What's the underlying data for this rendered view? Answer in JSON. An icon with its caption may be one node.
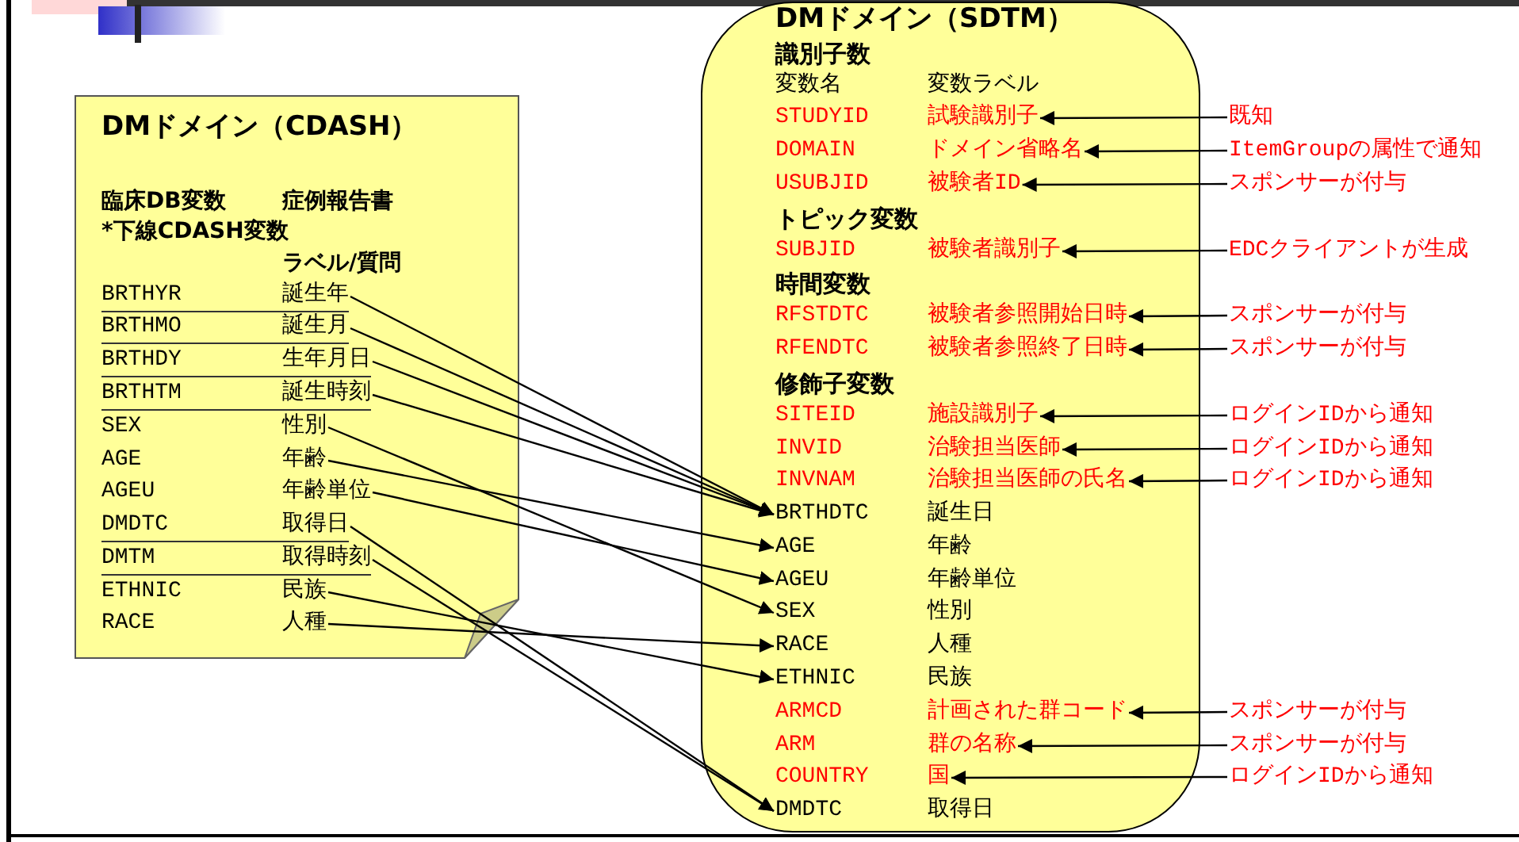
{
  "diagram": {
    "nodes": [
      {
        "text": [
          "DMドメイン（CDASH）",
          "臨床DB変数",
          "症例報告書",
          "*下線CDASH変数",
          "ラベル/質問"
        ]
      },
      {
        "text": [
          "BRTHYR",
          "誕生年"
        ],
        "in": 0
      },
      {
        "text": [
          "BRTHMO",
          "誕生月"
        ],
        "in": 0
      },
      {
        "text": [
          "BRTHDY",
          "生年月日"
        ],
        "in": 0
      },
      {
        "text": [
          "BRTHTM",
          "誕生時刻"
        ],
        "in": 0
      },
      {
        "text": [
          "SEX",
          "性別"
        ],
        "in": 0
      },
      {
        "text": [
          "AGE",
          "年齢"
        ],
        "in": 0
      },
      {
        "text": [
          "AGEU",
          "年齢単位"
        ],
        "in": 0
      },
      {
        "text": [
          "DMDTC",
          "取得日"
        ],
        "in": 0
      },
      {
        "text": [
          "DMTM",
          "取得時刻"
        ],
        "in": 0
      },
      {
        "text": [
          "ETHNIC",
          "民族"
        ],
        "in": 0
      },
      {
        "text": [
          "RACE",
          "人種"
        ],
        "in": 0
      },
      {
        "text": [
          "DMドメイン（SDTM）",
          "識別子数",
          "変数名",
          "変数ラベル",
          "トピック変数",
          "時間変数",
          "修飾子変数"
        ]
      },
      {
        "text": [
          "STUDYID",
          "試験識別子"
        ],
        "in": 12
      },
      {
        "text": [
          "DOMAIN",
          "ドメイン省略名"
        ],
        "in": 12
      },
      {
        "text": [
          "USUBJID",
          "被験者ID"
        ],
        "in": 12
      },
      {
        "text": [
          "SUBJID",
          "被験者識別子"
        ],
        "in": 12
      },
      {
        "text": [
          "RFSTDTC",
          "被験者参照開始日時"
        ],
        "in": 12
      },
      {
        "text": [
          "RFENDTC",
          "被験者参照終了日時"
        ],
        "in": 12
      },
      {
        "text": [
          "SITEID",
          "施設識別子"
        ],
        "in": 12
      },
      {
        "text": [
          "INVID",
          "治験担当医師"
        ],
        "in": 12
      },
      {
        "text": [
          "INVNAM",
          "治験担当医師の氏名"
        ],
        "in": 12
      },
      {
        "text": [
          "BRTHDTC",
          "誕生日"
        ],
        "in": 12
      },
      {
        "text": [
          "AGE",
          "年齢"
        ],
        "in": 12
      },
      {
        "text": [
          "AGEU",
          "年齢単位"
        ],
        "in": 12
      },
      {
        "text": [
          "SEX",
          "性別"
        ],
        "in": 12
      },
      {
        "text": [
          "RACE",
          "人種"
        ],
        "in": 12
      },
      {
        "text": [
          "ETHNIC",
          "民族"
        ],
        "in": 12
      },
      {
        "text": [
          "ARMCD",
          "計画された群コード"
        ],
        "in": 12
      },
      {
        "text": [
          "ARM",
          "群の名称"
        ],
        "in": 12
      },
      {
        "text": [
          "COUNTRY",
          "国"
        ],
        "in": 12
      },
      {
        "text": [
          "DMDTC",
          "取得日"
        ],
        "in": 12
      },
      {
        "text": [
          "既知"
        ]
      },
      {
        "text": [
          "ItemGroupの属性で通知"
        ]
      },
      {
        "text": [
          "スポンサーが付与"
        ]
      },
      {
        "text": [
          "EDCクライアントが生成"
        ]
      },
      {
        "text": [
          "スポンサーが付与"
        ]
      },
      {
        "text": [
          "スポンサーが付与"
        ]
      },
      {
        "text": [
          "ログインIDから通知"
        ]
      },
      {
        "text": [
          "ログインIDから通知"
        ]
      },
      {
        "text": [
          "ログインIDから通知"
        ]
      },
      {
        "text": [
          "スポンサーが付与"
        ]
      },
      {
        "text": [
          "スポンサーが付与"
        ]
      },
      {
        "text": [
          "ログインIDから通知"
        ]
      }
    ],
    "edges": [
      {
        "from": 1,
        "to": 22,
        "arrow": "to"
      },
      {
        "from": 2,
        "to": 22,
        "arrow": "to"
      },
      {
        "from": 3,
        "to": 22,
        "arrow": "to"
      },
      {
        "from": 4,
        "to": 22,
        "arrow": "to"
      },
      {
        "from": 5,
        "to": 25,
        "arrow": "to"
      },
      {
        "from": 6,
        "to": 23,
        "arrow": "to"
      },
      {
        "from": 7,
        "to": 24,
        "arrow": "to"
      },
      {
        "from": 8,
        "to": 31,
        "arrow": "to"
      },
      {
        "from": 9,
        "to": 31,
        "arrow": "to"
      },
      {
        "from": 10,
        "to": 27,
        "arrow": "to"
      },
      {
        "from": 11,
        "to": 26,
        "arrow": "to"
      },
      {
        "from": 32,
        "to": 13,
        "arrow": "to"
      },
      {
        "from": 33,
        "to": 14,
        "arrow": "to"
      },
      {
        "from": 34,
        "to": 15,
        "arrow": "to"
      },
      {
        "from": 35,
        "to": 16,
        "arrow": "to"
      },
      {
        "from": 36,
        "to": 17,
        "arrow": "to"
      },
      {
        "from": 37,
        "to": 18,
        "arrow": "to"
      },
      {
        "from": 38,
        "to": 19,
        "arrow": "to"
      },
      {
        "from": 39,
        "to": 20,
        "arrow": "to"
      },
      {
        "from": 40,
        "to": 21,
        "arrow": "to"
      },
      {
        "from": 41,
        "to": 28,
        "arrow": "to"
      },
      {
        "from": 42,
        "to": 29,
        "arrow": "to"
      },
      {
        "from": 43,
        "to": 30,
        "arrow": "to"
      }
    ]
  }
}
